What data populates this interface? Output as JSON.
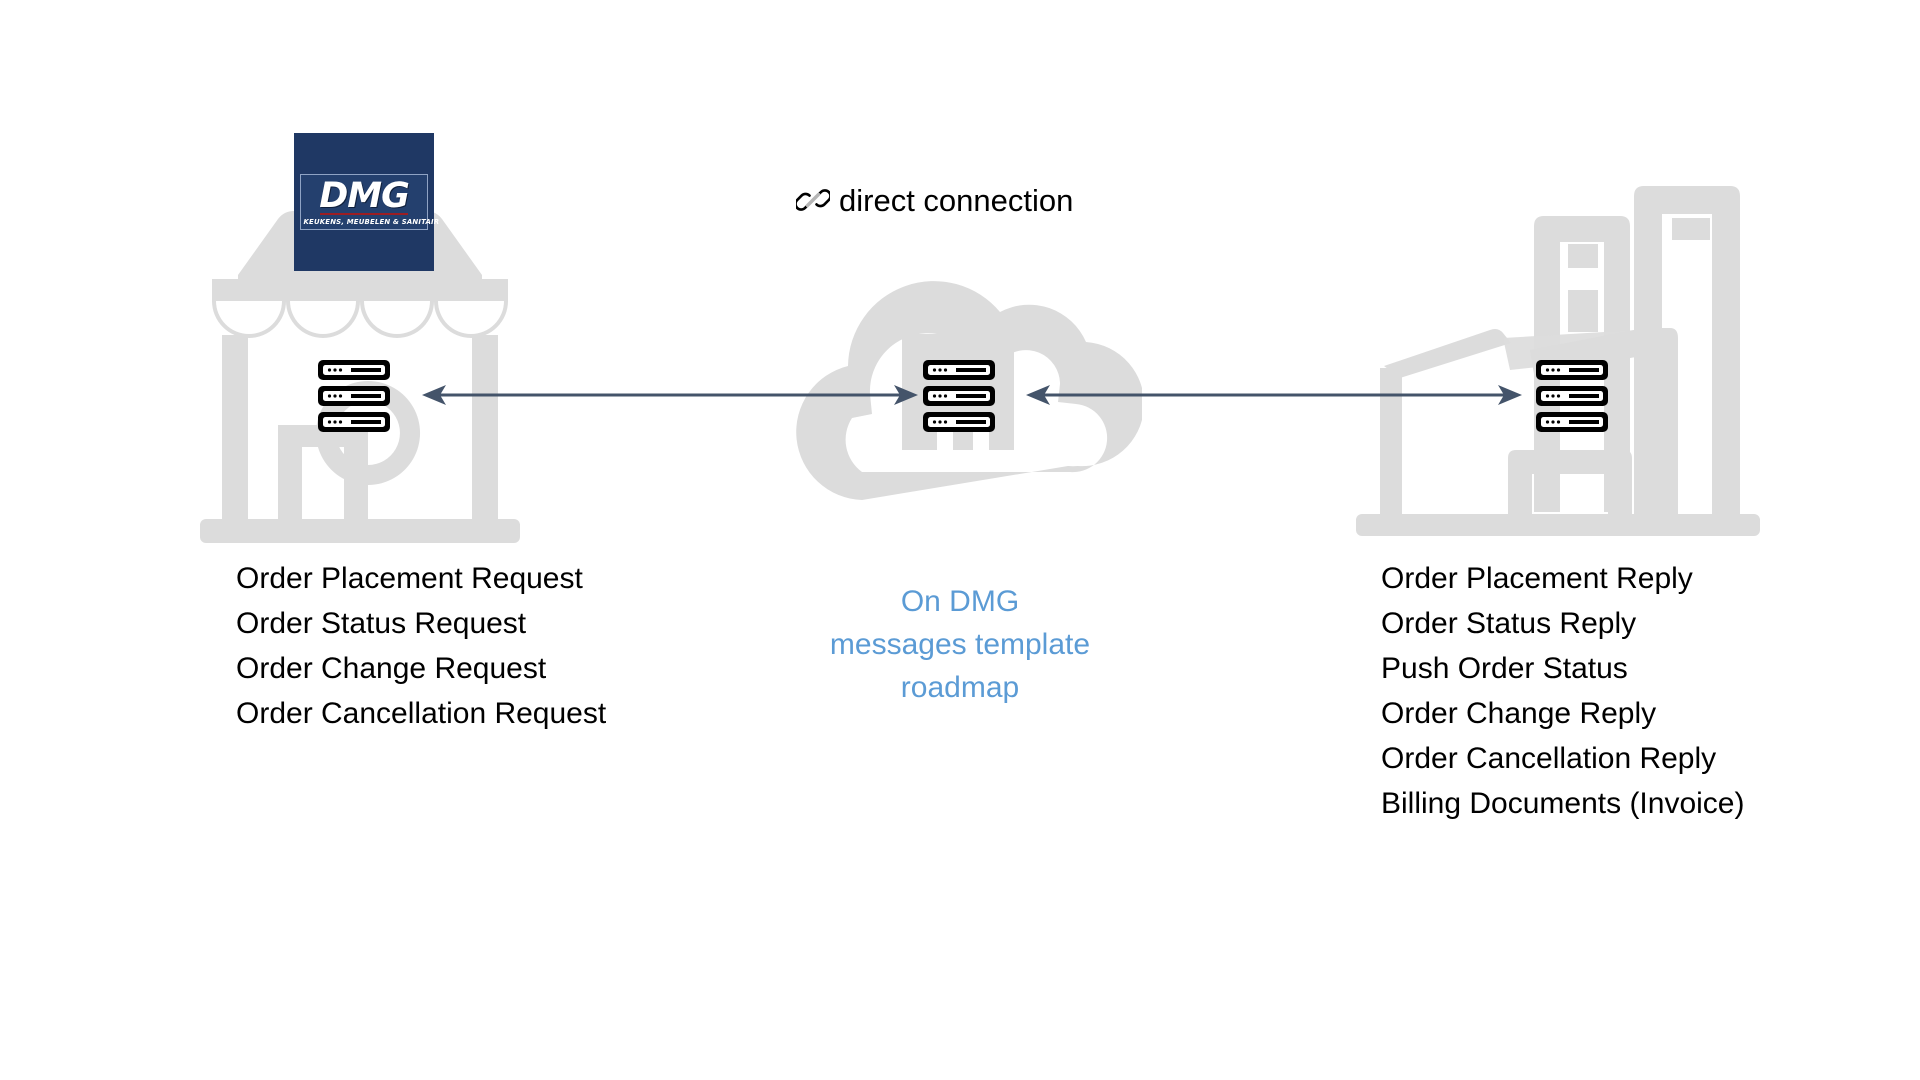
{
  "diagram": {
    "title_label": "direct connection",
    "icons": {
      "link": "link-icon",
      "store": "storefront-icon",
      "cloud": "cloud-icon",
      "factory": "factory-icon",
      "server": "server-rack-icon"
    },
    "colors": {
      "arrow": "#44546a",
      "icon_grey": "#dcdcdc",
      "accent_blue": "#5b9bd5",
      "brand_navy": "#1f3864",
      "brand_red": "#9c1d22",
      "text": "#000000",
      "background": "#ffffff"
    }
  },
  "brand": {
    "name": "DMG",
    "tagline": "KEUKENS, MEUBELEN & SANITAIR"
  },
  "nodes": {
    "left": {
      "name": "store-node",
      "messages": [
        "Order Placement Request",
        "Order Status Request",
        "Order Change Request",
        "Order Cancellation Request"
      ]
    },
    "center": {
      "name": "cloud-node",
      "note_lines": [
        "On DMG",
        "messages template",
        "roadmap"
      ]
    },
    "right": {
      "name": "factory-node",
      "messages": [
        "Order Placement Reply",
        "Order Status Reply",
        "Push Order Status",
        "Order Change Reply",
        "Order Cancellation Reply",
        "Billing Documents (Invoice)"
      ]
    }
  }
}
